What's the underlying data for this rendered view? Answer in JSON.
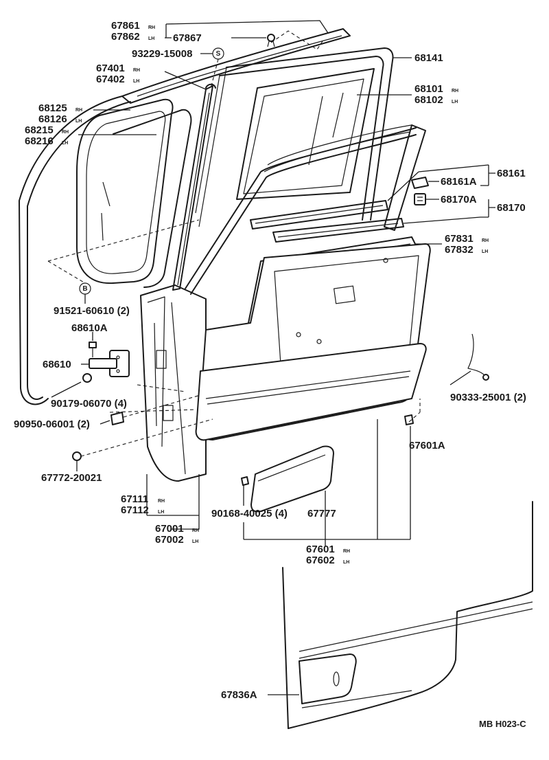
{
  "drawing_code": "MB H023-C",
  "labels": {
    "p67861": "67861",
    "p67862": "67862",
    "p67867": "67867",
    "p93229": "93229-15008",
    "p67401": "67401",
    "p67402": "67402",
    "p68141": "68141",
    "p68101": "68101",
    "p68102": "68102",
    "p68125": "68125",
    "p68126": "68126",
    "p68215": "68215",
    "p68216": "68216",
    "p68161": "68161",
    "p68161A": "68161A",
    "p68170": "68170",
    "p68170A": "68170A",
    "p67831": "67831",
    "p67832": "67832",
    "p91521": "91521-60610 (2)",
    "p68610A": "68610A",
    "p68610": "68610",
    "p90179": "90179-06070 (4)",
    "p90950": "90950-06001 (2)",
    "p90333": "90333-25001 (2)",
    "p67601A": "67601A",
    "p67772": "67772-20021",
    "p67111": "67111",
    "p67112": "67112",
    "p67001": "67001",
    "p67002": "67002",
    "p90168": "90168-40025 (4)",
    "p67777": "67777",
    "p67601": "67601",
    "p67602": "67602",
    "p67836A": "67836A"
  },
  "side_marks": {
    "rh": "RH",
    "lh": "LH"
  },
  "symbol_s": "S",
  "symbol_b": "B"
}
